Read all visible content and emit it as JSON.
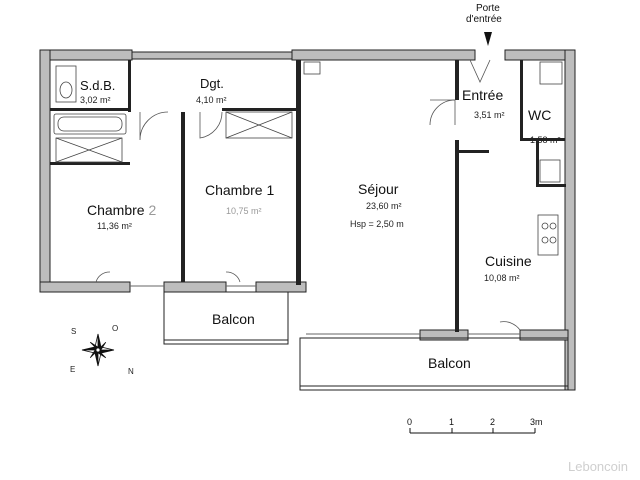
{
  "entry": {
    "line1": "Porte",
    "line2": "d'entrée"
  },
  "rooms": {
    "sdb": {
      "name": "S.d.B.",
      "area": "3,02 m²"
    },
    "dgt": {
      "name": "Dgt.",
      "area": "4,10 m²"
    },
    "entree": {
      "name": "Entrée",
      "area": "3,51 m²"
    },
    "wc": {
      "name": "WC",
      "area": "1,58 m²"
    },
    "chambre2": {
      "name": "Chambre",
      "suffix": "2",
      "area": "11,36 m²"
    },
    "chambre1": {
      "name": "Chambre 1",
      "area": "10,75 m²"
    },
    "sejour": {
      "name": "Séjour",
      "area": "23,60 m²",
      "height": "Hsp = 2,50 m"
    },
    "cuisine": {
      "name": "Cuisine",
      "area": "10,08 m²"
    },
    "balcon1": {
      "name": "Balcon"
    },
    "balcon2": {
      "name": "Balcon"
    }
  },
  "compass": {
    "s": "S",
    "o": "O",
    "e": "E",
    "n": "N"
  },
  "scale": {
    "t0": "0",
    "t1": "1",
    "t2": "2",
    "t3": "3m"
  },
  "watermark": "Leboncoin"
}
